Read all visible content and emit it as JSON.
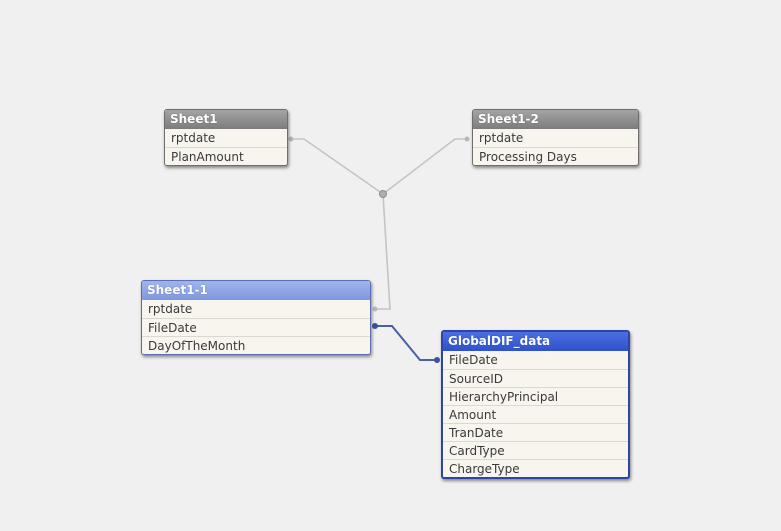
{
  "tables": {
    "sheet1": {
      "title": "Sheet1",
      "fields": [
        "rptdate",
        "PlanAmount"
      ]
    },
    "sheet1_2": {
      "title": "Sheet1-2",
      "fields": [
        "rptdate",
        "Processing Days"
      ]
    },
    "sheet1_1": {
      "title": "Sheet1-1",
      "fields": [
        "rptdate",
        "FileDate",
        "DayOfTheMonth"
      ]
    },
    "globaldif": {
      "title": "GlobalDIF_data",
      "fields": [
        "FileDate",
        "SourceID",
        "HierarchyPrincipal",
        "Amount",
        "TranDate",
        "CardType",
        "ChargeType"
      ]
    }
  },
  "links": [
    {
      "name": "rptdate-link",
      "field": "rptdate",
      "color": "#c0c0c0"
    },
    {
      "name": "filedate-link",
      "field": "FileDate",
      "color": "#4a5fa5"
    }
  ],
  "colors": {
    "background": "#f0f0f0",
    "header_gray": "#8a8a8a",
    "header_light_blue": "#8ea4e6",
    "header_blue": "#3a5bd6",
    "body": "#f8f5ef"
  }
}
